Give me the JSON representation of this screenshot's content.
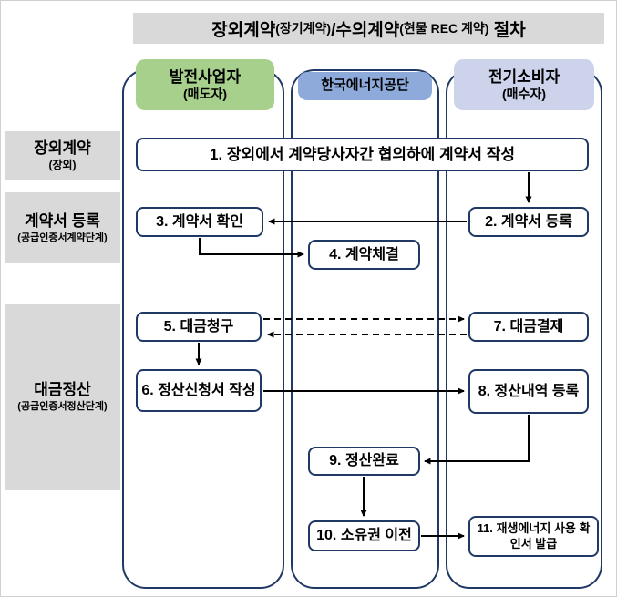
{
  "title": {
    "part1": "장외계약",
    "part2": "(장기계약)",
    "part3": "/수의계약",
    "part4": "(현물 REC 계약)",
    "part5": " 절차"
  },
  "columns": [
    {
      "name": "발전사업자",
      "sub": "(매도자)"
    },
    {
      "name": "한국에너지공단"
    },
    {
      "name": "전기소비자",
      "sub": "(매수자)"
    }
  ],
  "row_labels": [
    {
      "name": "장외계약",
      "sub": "(장외)"
    },
    {
      "name": "계약서 등록",
      "sub": "(공급인증서계약단계)"
    },
    {
      "name": "대금정산",
      "sub": "(공급인증서정산단계)"
    }
  ],
  "boxes": [
    {
      "label": "1. 장외에서 계약당사자간 협의하에 계약서 작성"
    },
    {
      "label": "2. 계약서 등록"
    },
    {
      "label": "3. 계약서 확인"
    },
    {
      "label": "4. 계약체결"
    },
    {
      "label": "5. 대금청구"
    },
    {
      "label": "6. 정산신청서 작성"
    },
    {
      "label": "7. 대금결제"
    },
    {
      "label": "8. 정산내역 등록"
    },
    {
      "label": "9. 정산완료"
    },
    {
      "label": "10. 소유권 이전"
    },
    {
      "label": "11. 재생에너지 사용 확인서 발급"
    }
  ],
  "colors": {
    "navy_border": "#1f3864",
    "green_header": "#a8d08d",
    "blue_header": "#8eaadb",
    "lavender_header": "#ccd3ea",
    "gray_label": "#d9d9d9",
    "arrow": "#000000"
  }
}
